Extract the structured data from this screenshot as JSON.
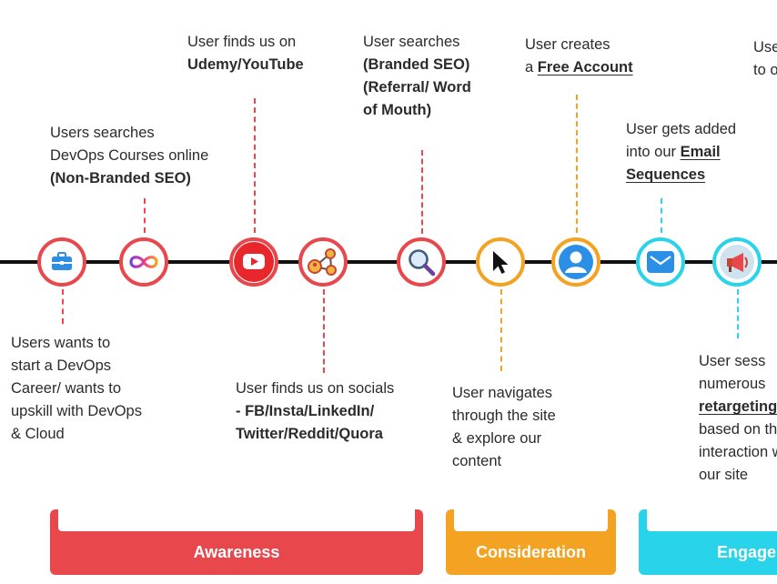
{
  "colors": {
    "awareness": "#e8474c",
    "consideration": "#f4a221",
    "engagement": "#29d3ea",
    "timeline": "#111111"
  },
  "stages": [
    {
      "label": "Awareness",
      "color": "#e8474c"
    },
    {
      "label": "Consideration",
      "color": "#f4a221"
    },
    {
      "label": "Engage",
      "color": "#29d3ea"
    }
  ],
  "nodes": [
    {
      "icon": "briefcase-icon",
      "stage": "awareness",
      "text_lines": [
        "Users wants to",
        "start a DevOps",
        "Career/ wants to",
        "upskill with DevOps",
        "& Cloud"
      ],
      "bold_lines": []
    },
    {
      "icon": "devops-infinity-icon",
      "stage": "awareness",
      "text_lines": [
        "Users searches",
        "DevOps Courses online"
      ],
      "bold_lines": [
        "(Non-Branded SEO)"
      ]
    },
    {
      "icon": "youtube-icon",
      "stage": "awareness",
      "text_lines": [
        "User finds us on"
      ],
      "bold_lines": [
        "Udemy/YouTube"
      ]
    },
    {
      "icon": "social-network-icon",
      "stage": "awareness",
      "text_lines": [
        "User finds us on socials"
      ],
      "bold_lines": [
        "- FB/Insta/LinkedIn/",
        "Twitter/Reddit/Quora"
      ]
    },
    {
      "icon": "search-icon",
      "stage": "awareness",
      "text_lines": [
        "User searches"
      ],
      "bold_lines": [
        "(Branded SEO)",
        "(Referral/ Word",
        "of Mouth)"
      ]
    },
    {
      "icon": "cursor-icon",
      "stage": "consideration",
      "text_lines": [
        "User navigates",
        "through the site",
        "& explore our",
        "content"
      ],
      "bold_lines": []
    },
    {
      "icon": "user-account-icon",
      "stage": "consideration",
      "text_lines": [
        "User creates"
      ],
      "lead": "a ",
      "link": "Free Account"
    },
    {
      "icon": "email-icon",
      "stage": "engagement",
      "text_lines": [
        "User gets added"
      ],
      "lead": "into our ",
      "link": "Email",
      "link2": "Sequences"
    },
    {
      "icon": "megaphone-icon",
      "stage": "engagement",
      "text_lines": [
        "User sess",
        "numerous"
      ],
      "link": "retargeting",
      "tail_lines": [
        "based on th",
        "interaction w",
        "our site"
      ]
    },
    {
      "icon": "",
      "stage": "engagement",
      "text_lines": [
        "Use",
        "to o"
      ]
    }
  ]
}
